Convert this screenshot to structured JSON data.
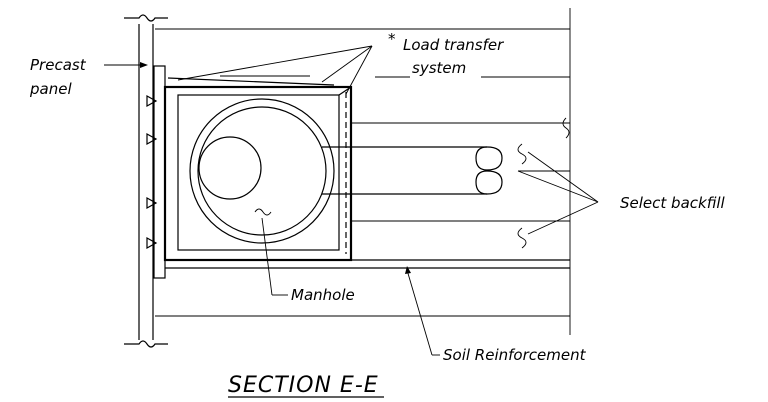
{
  "labels": {
    "precast_line1": "Precast",
    "precast_line2": "panel",
    "load_transfer_line1": "Load transfer",
    "load_transfer_line2": "system",
    "asterisk": "*",
    "select_backfill": "Select backfill",
    "manhole": "Manhole",
    "soil_reinforcement": "Soil Reinforcement"
  },
  "section_title": "SECTION E-E"
}
